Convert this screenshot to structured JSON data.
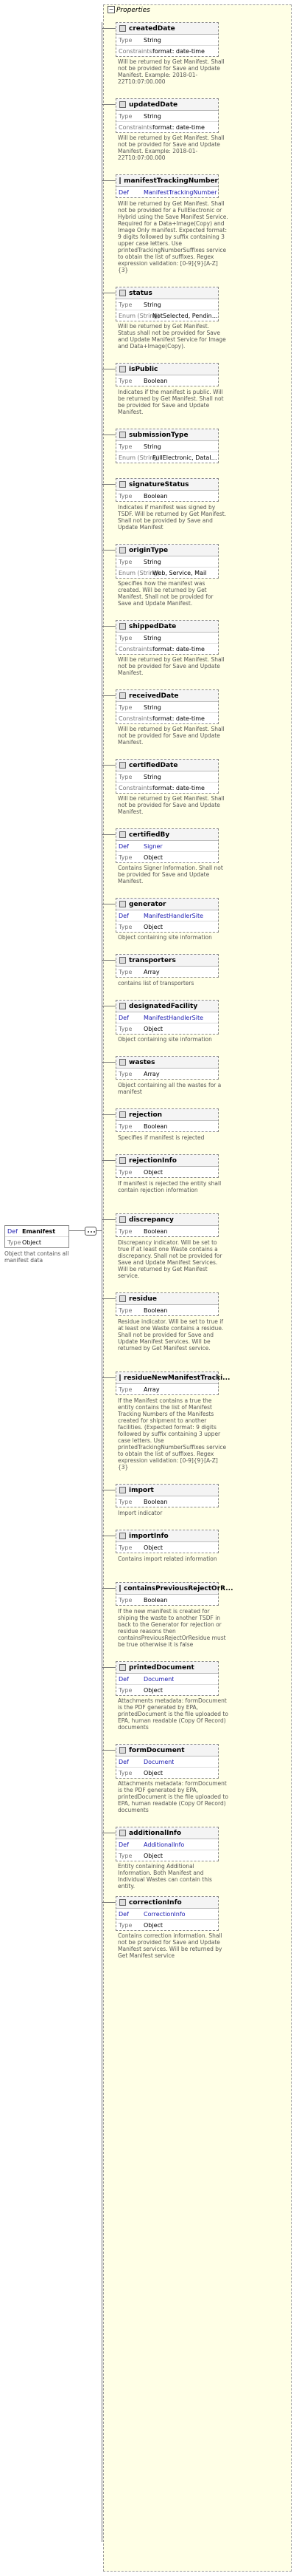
{
  "section_title": "Properties",
  "root": {
    "def_label": "Def",
    "name": "Emanifest",
    "type_label": "Type",
    "type": "Object",
    "description": "Object that contains all manifest data"
  },
  "properties": [
    {
      "name": "createdDate",
      "optional": true,
      "rows": [
        [
          "Type",
          "String"
        ],
        [
          "Constraints",
          "format: date-time"
        ]
      ],
      "description": "Will be returned by Get Manifest. Shall not be provided for Save and Update Manifest. Example: 2018-01-22T10:07:00.000"
    },
    {
      "name": "updatedDate",
      "optional": true,
      "rows": [
        [
          "Type",
          "String"
        ],
        [
          "Constraints",
          "format: date-time"
        ]
      ],
      "description": "Will be returned by Get Manifest. Shall not be provided for Save and Update Manifest. Example: 2018-01-22T10:07:00.000"
    },
    {
      "name": "manifestTrackingNumber",
      "optional": true,
      "rows": [
        [
          "Def",
          "ManifestTrackingNumber"
        ]
      ],
      "description": "Will be returned by Get Manifest. Shall not be provided for a FullElectronic or Hybrid using the Save Manifest Service. Required for a Data+Image(Copy) and Image Only manifest. Expected format: 9 digits followed by suffix containing 3 upper case letters. Use printedTrackingNumberSuffixes service to obtain the list of suffixes. Regex expression validation: [0-9]{9}[A-Z]{3}"
    },
    {
      "name": "status",
      "optional": true,
      "rows": [
        [
          "Type",
          "String"
        ],
        [
          "Enum (String)",
          "NotSelected, Pending, ..."
        ]
      ],
      "description": "Will be returned by Get Manifest. Status shall not be provided for Save and Update Manifest Service for Image and Data+Image(Copy)."
    },
    {
      "name": "isPublic",
      "optional": true,
      "rows": [
        [
          "Type",
          "Boolean"
        ]
      ],
      "description": "Indicates if the manifest is public. Will be returned by Get Manifest. Shall not be provided for Save and Update Manifest."
    },
    {
      "name": "submissionType",
      "optional": true,
      "rows": [
        [
          "Type",
          "String"
        ],
        [
          "Enum (String)",
          "FullElectronic, DataIm..."
        ]
      ],
      "description": ""
    },
    {
      "name": "signatureStatus",
      "optional": true,
      "rows": [
        [
          "Type",
          "Boolean"
        ]
      ],
      "description": "Indicates if manifest was signed by TSDF. Will be returned by Get Manifest. Shall not be provided by Save and Update Manifest"
    },
    {
      "name": "originType",
      "optional": true,
      "rows": [
        [
          "Type",
          "String"
        ],
        [
          "Enum (String)",
          "Web, Service, Mail"
        ]
      ],
      "description": "Specifies how the manifest was created. Will be returned by Get Manifest. Shall not be provided for Save and Update Manifest."
    },
    {
      "name": "shippedDate",
      "optional": true,
      "rows": [
        [
          "Type",
          "String"
        ],
        [
          "Constraints",
          "format: date-time"
        ]
      ],
      "description": "Will be returned by Get Manifest. Shall not be provided for Save and Update Manifest."
    },
    {
      "name": "receivedDate",
      "optional": true,
      "rows": [
        [
          "Type",
          "String"
        ],
        [
          "Constraints",
          "format: date-time"
        ]
      ],
      "description": "Will be returned by Get Manifest. Shall not be provided for Save and Update Manifest."
    },
    {
      "name": "certifiedDate",
      "optional": true,
      "rows": [
        [
          "Type",
          "String"
        ],
        [
          "Constraints",
          "format: date-time"
        ]
      ],
      "description": "Will be returned by Get Manifest. Shall not be provided for Save and Update Manifest."
    },
    {
      "name": "certifiedBy",
      "optional": true,
      "rows": [
        [
          "Def",
          "Signer"
        ],
        [
          "Type",
          "Object"
        ]
      ],
      "description": "Contains Signer Information. Shall not be provided for Save and Update Manifest."
    },
    {
      "name": "generator",
      "optional": true,
      "rows": [
        [
          "Def",
          "ManifestHandlerSite"
        ],
        [
          "Type",
          "Object"
        ]
      ],
      "description": "Object containing site information"
    },
    {
      "name": "transporters",
      "optional": true,
      "rows": [
        [
          "Type",
          "Array"
        ]
      ],
      "description": "contains list of transporters"
    },
    {
      "name": "designatedFacility",
      "optional": true,
      "rows": [
        [
          "Def",
          "ManifestHandlerSite"
        ],
        [
          "Type",
          "Object"
        ]
      ],
      "description": "Object containing site information"
    },
    {
      "name": "wastes",
      "optional": true,
      "rows": [
        [
          "Type",
          "Array"
        ]
      ],
      "description": "Object containing all the wastes for a manifest"
    },
    {
      "name": "rejection",
      "optional": true,
      "rows": [
        [
          "Type",
          "Boolean"
        ]
      ],
      "description": "Specifies if manifest is rejected"
    },
    {
      "name": "rejectionInfo",
      "optional": true,
      "rows": [
        [
          "Type",
          "Object"
        ]
      ],
      "description": "If manifest is rejected the entity shall contain rejection information"
    },
    {
      "name": "discrepancy",
      "optional": true,
      "rows": [
        [
          "Type",
          "Boolean"
        ]
      ],
      "description": "Discrepancy indicator. Will be set to true if at least one Waste contains a discrepancy. Shall not be provided for Save and Update Manifest Services. Will be returned by Get Manifest service."
    },
    {
      "name": "residue",
      "optional": true,
      "rows": [
        [
          "Type",
          "Boolean"
        ]
      ],
      "description": "Residue indicator. Will be set to true if at least one Waste contains a residue. Shall not be provided for Save and Update Manifest Services. Will be returned by Get Manifest service."
    },
    {
      "name": "residueNewManifestTracki...",
      "optional": true,
      "rows": [
        [
          "Type",
          "Array"
        ]
      ],
      "description": "If the Manifest contains a true the entity contains the list of Manifest Tracking Numbers of the Manifests created for shipment to another facilities. (Expected format: 9 digits followed by suffix containing 3 upper case letters. Use printedTrackingNumberSuffixes service to obtain the list of suffixes. Regex expression validation: [0-9]{9}[A-Z]{3}"
    },
    {
      "name": "import",
      "optional": true,
      "rows": [
        [
          "Type",
          "Boolean"
        ]
      ],
      "description": "Import indicator"
    },
    {
      "name": "importInfo",
      "optional": true,
      "rows": [
        [
          "Type",
          "Object"
        ]
      ],
      "description": "Contains import related information"
    },
    {
      "name": "containsPreviousRejectOrR...",
      "optional": true,
      "rows": [
        [
          "Type",
          "Boolean"
        ]
      ],
      "description": "If the new manifest is created for shiping the waste to another TSDF in back to the Generator for rejection or residue reasons then containsPreviousRejectOrResidue must be true otherwise it is false"
    },
    {
      "name": "printedDocument",
      "optional": true,
      "rows": [
        [
          "Def",
          "Document"
        ],
        [
          "Type",
          "Object"
        ]
      ],
      "description": "Attachments metadata: formDocument is the PDF generated by EPA, printedDocument is the file uploaded to EPA, human readable (Copy Of Record) documents"
    },
    {
      "name": "formDocument",
      "optional": true,
      "rows": [
        [
          "Def",
          "Document"
        ],
        [
          "Type",
          "Object"
        ]
      ],
      "description": "Attachments metadata: formDocument is the PDF generated by EPA, printedDocument is the file uploaded to EPA, human readable (Copy Of Record) documents"
    },
    {
      "name": "additionalInfo",
      "optional": true,
      "rows": [
        [
          "Def",
          "AdditionalInfo"
        ],
        [
          "Type",
          "Object"
        ]
      ],
      "description": "Entity containing Additional Information. Both Manifest and Individual Wastes can contain this entity."
    },
    {
      "name": "correctionInfo",
      "optional": true,
      "rows": [
        [
          "Def",
          "CorrectionInfo"
        ],
        [
          "Type",
          "Object"
        ]
      ],
      "description": "Contains correction information. Shall not be provided for Save and Update Manifest services. Will be returned by Get Manifest service"
    }
  ]
}
